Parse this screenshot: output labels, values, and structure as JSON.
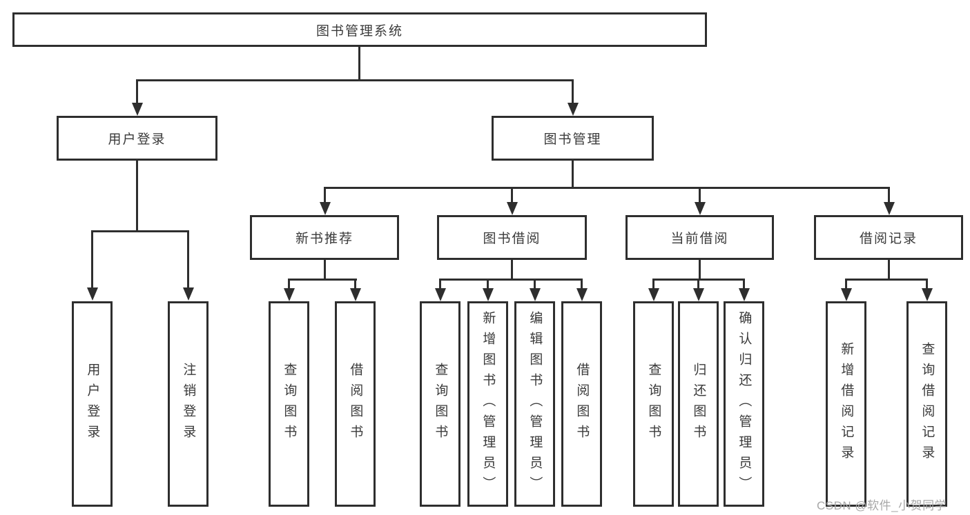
{
  "diagram": {
    "root": {
      "label": "图书管理系统"
    },
    "branches": [
      {
        "label": "用户登录",
        "children": [
          {
            "label": "用户登录"
          },
          {
            "label": "注销登录"
          }
        ]
      },
      {
        "label": "图书管理",
        "children": [
          {
            "label": "新书推荐",
            "children": [
              {
                "label": "查询图书"
              },
              {
                "label": "借阅图书"
              }
            ]
          },
          {
            "label": "图书借阅",
            "children": [
              {
                "label": "查询图书"
              },
              {
                "label": "新增图书（管理员）"
              },
              {
                "label": "编辑图书（管理员）"
              },
              {
                "label": "借阅图书"
              }
            ]
          },
          {
            "label": "当前借阅",
            "children": [
              {
                "label": "查询图书"
              },
              {
                "label": "归还图书"
              },
              {
                "label": "确认归还（管理员）"
              }
            ]
          },
          {
            "label": "借阅记录",
            "children": [
              {
                "label": "新增借阅记录"
              },
              {
                "label": "查询借阅记录"
              }
            ]
          }
        ]
      }
    ]
  },
  "watermark": {
    "text": "CSDN @软件_小贺同学"
  },
  "colors": {
    "line": "#2e2e2e",
    "text": "#3a3a3a",
    "watermark": "#a8a8a8",
    "background": "#ffffff"
  }
}
